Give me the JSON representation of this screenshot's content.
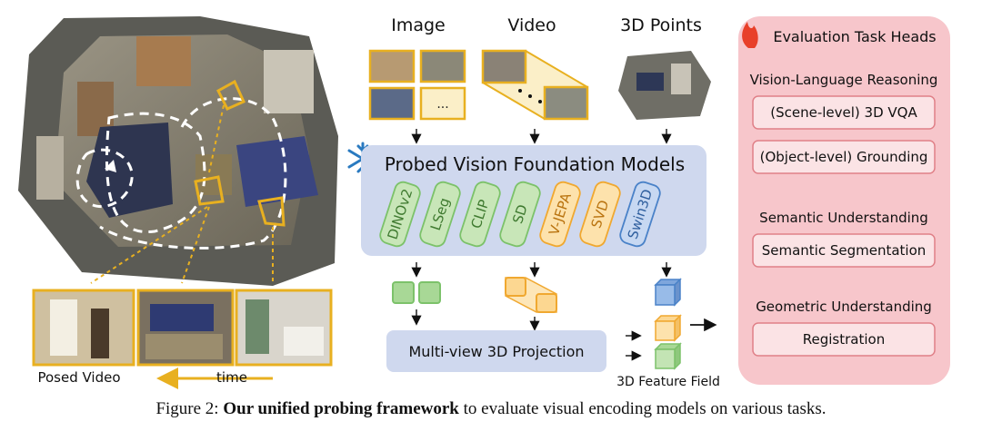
{
  "inputs": {
    "image_label": "Image",
    "video_label": "Video",
    "points_label": "3D Points",
    "more_label": "..."
  },
  "probe_box": {
    "title": "Probed Vision Foundation Models",
    "models": [
      {
        "name": "DINOv2",
        "kind": "image"
      },
      {
        "name": "LSeg",
        "kind": "image"
      },
      {
        "name": "CLIP",
        "kind": "image"
      },
      {
        "name": "SD",
        "kind": "image"
      },
      {
        "name": "V-JEPA",
        "kind": "video"
      },
      {
        "name": "SVD",
        "kind": "video"
      },
      {
        "name": "Swin3D",
        "kind": "3d"
      }
    ]
  },
  "projection_label": "Multi-view 3D Projection",
  "feature_field_label": "3D Feature Field",
  "scene": {
    "posed_video_label": "Posed Video",
    "time_label": "time"
  },
  "eval_panel": {
    "title": "Evaluation Task Heads",
    "sections": [
      {
        "heading": "Vision-Language Reasoning",
        "items": [
          "(Scene-level) 3D VQA",
          "(Object-level) Grounding"
        ]
      },
      {
        "heading": "Semantic Understanding",
        "items": [
          "Semantic Segmentation"
        ]
      },
      {
        "heading": "Geometric Understanding",
        "items": [
          "Registration"
        ]
      }
    ]
  },
  "caption": {
    "prefix": "Figure 2: ",
    "bold": "Our unified probing framework",
    "suffix": " to evaluate visual encoding models on various tasks."
  },
  "colors": {
    "image_green": "#7cc26a",
    "video_orange": "#f0a830",
    "points_blue": "#4a82c8",
    "probe_bg": "#cfd8ee",
    "eval_bg": "#f7c6cb",
    "eval_border": "#e08088",
    "frame_gold": "#e8b020"
  }
}
